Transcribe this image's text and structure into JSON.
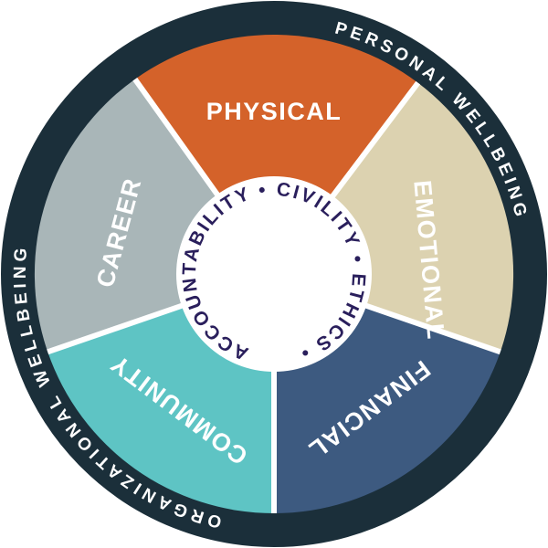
{
  "diagram": {
    "outer_ring": {
      "top_right_label": "PERSONAL WELLBEING",
      "bottom_left_label": "ORGANIZATIONAL WELLBEING",
      "color": "#1B2F3A"
    },
    "segments": [
      {
        "label": "PHYSICAL",
        "color": "#D4622A"
      },
      {
        "label": "EMOTIONAL",
        "color": "#DCD2B0"
      },
      {
        "label": "FINANCIAL",
        "color": "#3D5A80"
      },
      {
        "label": "COMMUNITY",
        "color": "#5EC4C4"
      },
      {
        "label": "CAREER",
        "color": "#A9B6B8"
      }
    ],
    "center": {
      "text": "ACCOUNTABILITY • CIVILITY • ETHICS •",
      "color": "#2A1F5C"
    }
  }
}
